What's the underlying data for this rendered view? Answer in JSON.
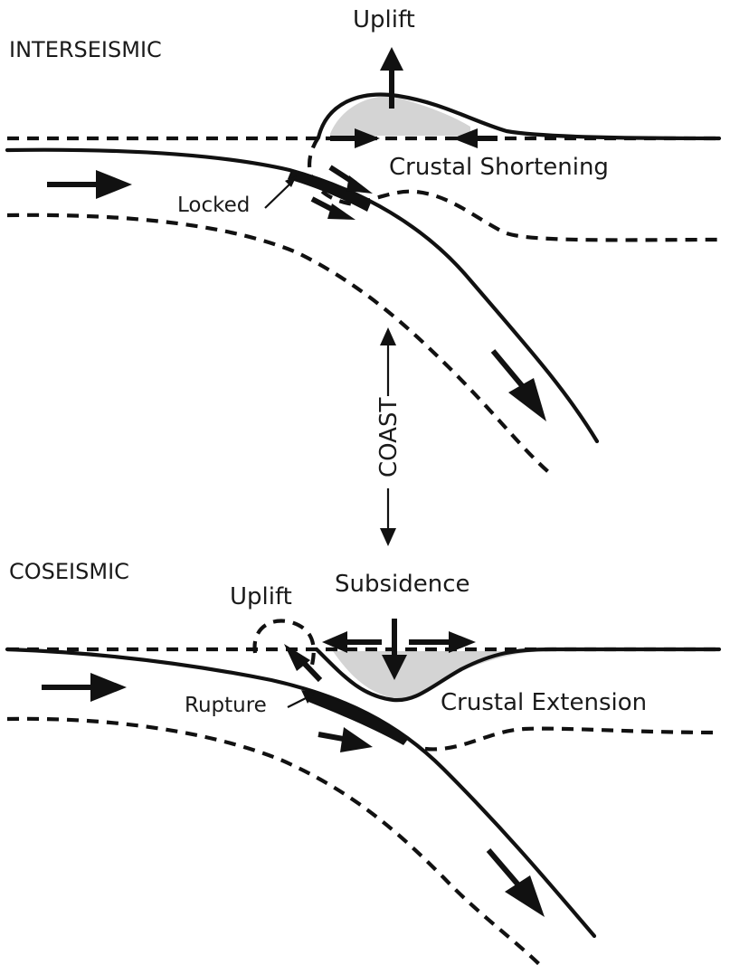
{
  "interseismic": {
    "title": "INTERSEISMIC",
    "uplift_label": "Uplift",
    "shortening_label": "Crustal Shortening",
    "locked_label": "Locked"
  },
  "coast_label": "COAST",
  "coseismic": {
    "title": "COSEISMIC",
    "uplift_label": "Uplift",
    "subsidence_label": "Subsidence",
    "extension_label": "Crustal Extension",
    "rupture_label": "Rupture"
  },
  "colors": {
    "line": "#111111",
    "shade": "#d4d4d4",
    "text": "#1a1a1a"
  }
}
